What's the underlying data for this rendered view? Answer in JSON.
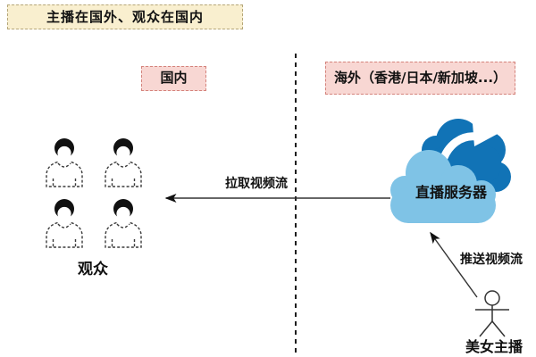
{
  "banner": {
    "text": "主播在国外、观众在国内"
  },
  "regions": {
    "domestic": {
      "label": "国内"
    },
    "overseas": {
      "label": "海外（香港/日本/新加坡...）"
    }
  },
  "audience": {
    "label": "观众",
    "icon_count": 4
  },
  "server": {
    "label": "直播服务器"
  },
  "anchor": {
    "label": "美女主播"
  },
  "flows": {
    "pull": {
      "label": "拉取视频流",
      "direction": "server-to-audience"
    },
    "push": {
      "label": "推送视频流",
      "direction": "anchor-to-server"
    }
  },
  "colors": {
    "cream-bg": "#f9efcf",
    "cream-border": "#b5a678",
    "pink-bg": "#f8d7d3",
    "pink-border": "#d4837c",
    "cloud-dark": "#1173b6",
    "cloud-light": "#7fc3e6",
    "line": "#333333",
    "text": "#111111"
  }
}
